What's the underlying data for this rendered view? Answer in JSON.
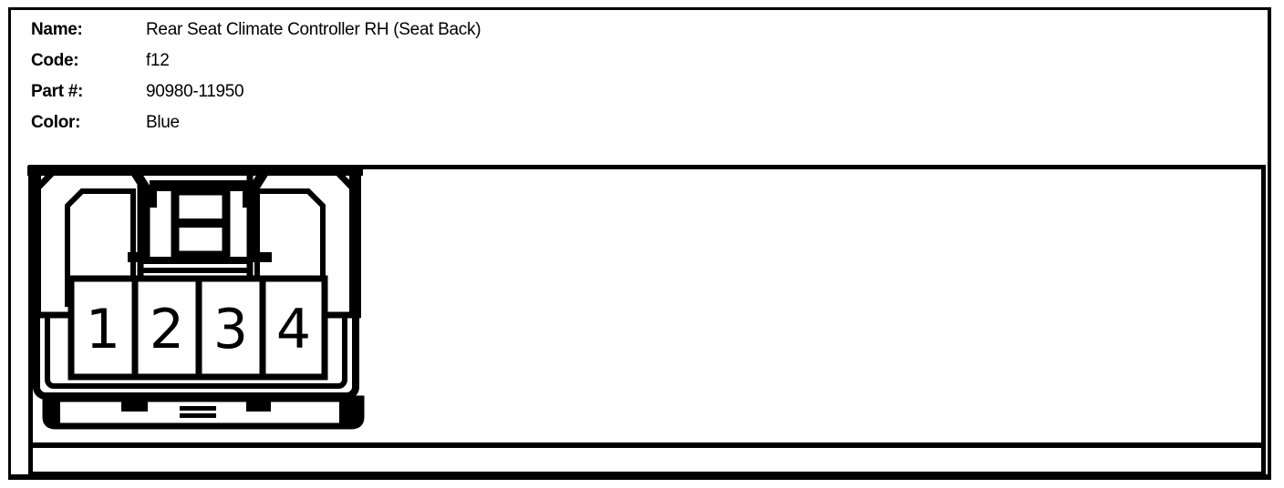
{
  "header": {
    "rows": [
      {
        "label": "Name:",
        "value": "Rear Seat Climate Controller RH (Seat Back)"
      },
      {
        "label": "Code:",
        "value": "f12"
      },
      {
        "label": "Part #:",
        "value": "90980-11950"
      },
      {
        "label": "Color:",
        "value": "Blue"
      }
    ]
  },
  "connector": {
    "pins": [
      "1",
      "2",
      "3",
      "4"
    ],
    "pin_count": 4,
    "view": "connector face diagram"
  },
  "colors": {
    "line": "#000000",
    "background": "#ffffff"
  }
}
